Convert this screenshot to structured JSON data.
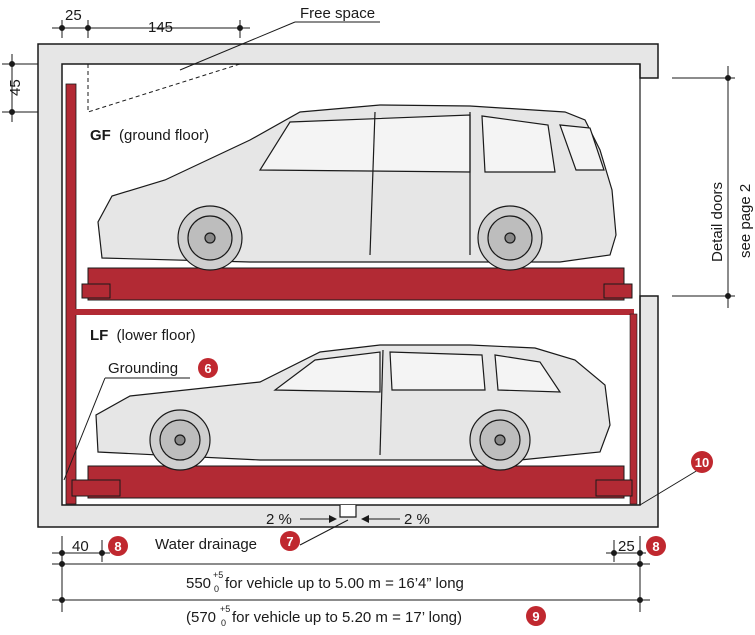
{
  "dims": {
    "top_left": "25",
    "top_right": "145",
    "left_height": "45",
    "bottom_left": "40",
    "bottom_right": "25"
  },
  "labels": {
    "free_space": "Free space",
    "gf_bold": "GF",
    "gf_rest": "(ground floor)",
    "lf_bold": "LF",
    "lf_rest": "(lower floor)",
    "grounding": "Grounding",
    "water_drainage": "Water drainage",
    "slope_left": "2 %",
    "slope_right": "2 %",
    "detail_doors_1": "Detail doors",
    "detail_doors_2": "see page 2",
    "length_main_num": "550",
    "length_main_sup": "+5",
    "length_main_sub": "0",
    "length_main_text": "for vehicle up to 5.00 m = 16’4” long",
    "length_alt_open": "(570",
    "length_alt_sup": "+5",
    "length_alt_sub": "0",
    "length_alt_text": "for vehicle up to 5.20 m = 17’ long)"
  },
  "badges": {
    "grounding": "6",
    "water": "7",
    "left_bottom": "8",
    "right_bottom": "8",
    "length": "9",
    "corner": "10"
  },
  "colors": {
    "platform": "#b22a34",
    "badge": "#c0282f",
    "wall": "#e6e6e6",
    "line": "#1a1a1a"
  }
}
